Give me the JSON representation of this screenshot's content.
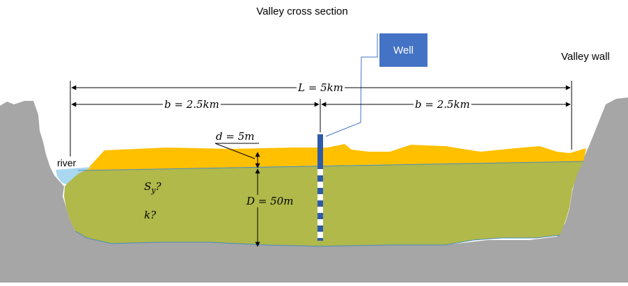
{
  "title": "Valley cross section",
  "valley_wall_label": "Valley wall",
  "well_label": "Well",
  "river_label": "river",
  "dimensions": {
    "L": "L = 5km",
    "b_left": "b = 2.5km",
    "b_right": "b = 2.5km",
    "d": "d = 5m",
    "D": "D = 50m"
  },
  "unknowns": {
    "specific_yield": "Sy?",
    "specific_yield_base": "S",
    "specific_yield_sub": "y",
    "specific_yield_q": "?",
    "conductivity": "k?"
  },
  "colors": {
    "rock": "#a6a6a6",
    "unsaturated_zone": "#ffc000",
    "aquifer": "#b0b94a",
    "river": "#a9d8f0",
    "well": "#2e5aa8",
    "well_box": "#4472c4",
    "water_line": "#4a8bc0"
  }
}
